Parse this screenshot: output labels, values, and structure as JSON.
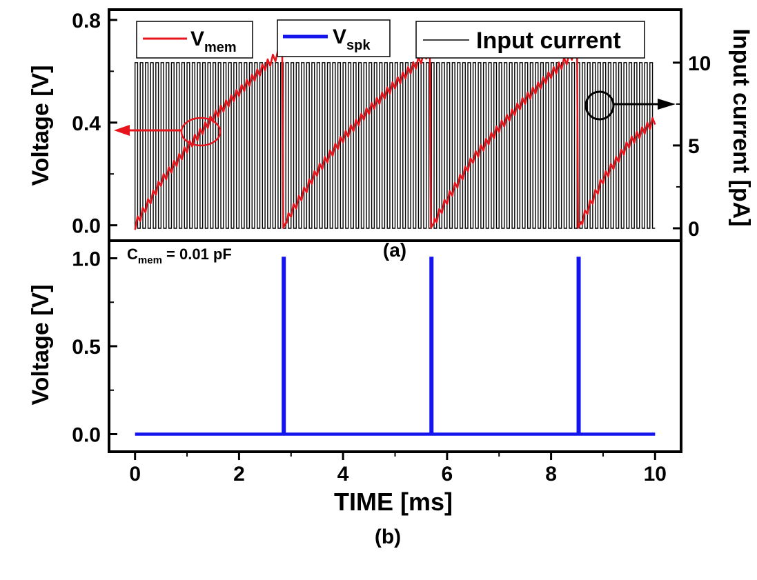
{
  "figure": {
    "label_a": "(a)",
    "label_b": "(b)",
    "annotation": {
      "prefix": "C",
      "sub": "mem",
      "suffix": " = 0.01 pF"
    }
  },
  "chart_data": [
    {
      "type": "line",
      "panel": "a",
      "ylabel": "Voltage [V]",
      "y2label": "Input current [pA]",
      "xlim": [
        -0.5,
        10.5
      ],
      "ylim": [
        -0.06,
        0.84
      ],
      "y2lim": [
        -0.75,
        13.2
      ],
      "yticks": [
        0.0,
        0.4,
        0.8
      ],
      "yticklabels": [
        "0.0",
        "0.4",
        "0.8"
      ],
      "y2ticks": [
        0,
        5,
        10
      ],
      "y2ticklabels": [
        "0",
        "5",
        "10"
      ],
      "legend": [
        {
          "label": "V",
          "sub": "mem",
          "color": "#e8141c"
        },
        {
          "label": "V",
          "sub": "spk",
          "color": "#1414ee"
        },
        {
          "label": "Input current",
          "sub": "",
          "color": "#000000"
        }
      ],
      "series": [
        {
          "name": "Input current",
          "axis": "right",
          "color": "#000000",
          "kind": "square_pulse",
          "period_ms": 0.1,
          "duty": 0.5,
          "low_pA": 0,
          "high_pA": 10,
          "t_start_ms": 0,
          "t_end_ms": 10
        },
        {
          "name": "V_mem",
          "axis": "left",
          "color": "#e8141c",
          "kind": "integrate_and_fire",
          "t_start_ms": 0,
          "t_end_ms": 10,
          "points": [
            [
              0.0,
              0.0
            ],
            [
              0.5,
              0.17
            ],
            [
              1.0,
              0.3
            ],
            [
              1.5,
              0.42
            ],
            [
              2.0,
              0.52
            ],
            [
              2.5,
              0.62
            ],
            [
              2.83,
              0.68
            ],
            [
              2.85,
              -0.01
            ],
            [
              3.0,
              0.05
            ],
            [
              3.5,
              0.21
            ],
            [
              4.0,
              0.34
            ],
            [
              4.5,
              0.45
            ],
            [
              5.0,
              0.55
            ],
            [
              5.67,
              0.68
            ],
            [
              5.69,
              -0.01
            ],
            [
              6.0,
              0.1
            ],
            [
              6.5,
              0.26
            ],
            [
              7.0,
              0.38
            ],
            [
              7.5,
              0.49
            ],
            [
              8.0,
              0.59
            ],
            [
              8.5,
              0.68
            ],
            [
              8.52,
              -0.01
            ],
            [
              9.0,
              0.18
            ],
            [
              9.5,
              0.32
            ],
            [
              10.0,
              0.41
            ]
          ]
        }
      ]
    },
    {
      "type": "line",
      "panel": "b",
      "xlabel": "TIME [ms]",
      "ylabel": "Voltage [V]",
      "xlim": [
        -0.5,
        10.5
      ],
      "ylim": [
        -0.1,
        1.1
      ],
      "xticks": [
        0,
        2,
        4,
        6,
        8,
        10
      ],
      "xticklabels": [
        "0",
        "2",
        "4",
        "6",
        "8",
        "10"
      ],
      "yticks": [
        0.0,
        0.5,
        1.0
      ],
      "yticklabels": [
        "0.0",
        "0.5",
        "1.0"
      ],
      "series": [
        {
          "name": "V_spk",
          "color": "#1414ee",
          "points": [
            [
              0.0,
              0.0
            ],
            [
              2.85,
              0.0
            ],
            [
              2.85,
              1.0
            ],
            [
              2.87,
              1.0
            ],
            [
              2.87,
              0.0
            ],
            [
              5.69,
              0.0
            ],
            [
              5.69,
              1.0
            ],
            [
              5.71,
              1.0
            ],
            [
              5.71,
              0.0
            ],
            [
              8.52,
              0.0
            ],
            [
              8.52,
              1.0
            ],
            [
              8.54,
              1.0
            ],
            [
              8.54,
              0.0
            ],
            [
              10.0,
              0.0
            ]
          ]
        }
      ]
    }
  ]
}
